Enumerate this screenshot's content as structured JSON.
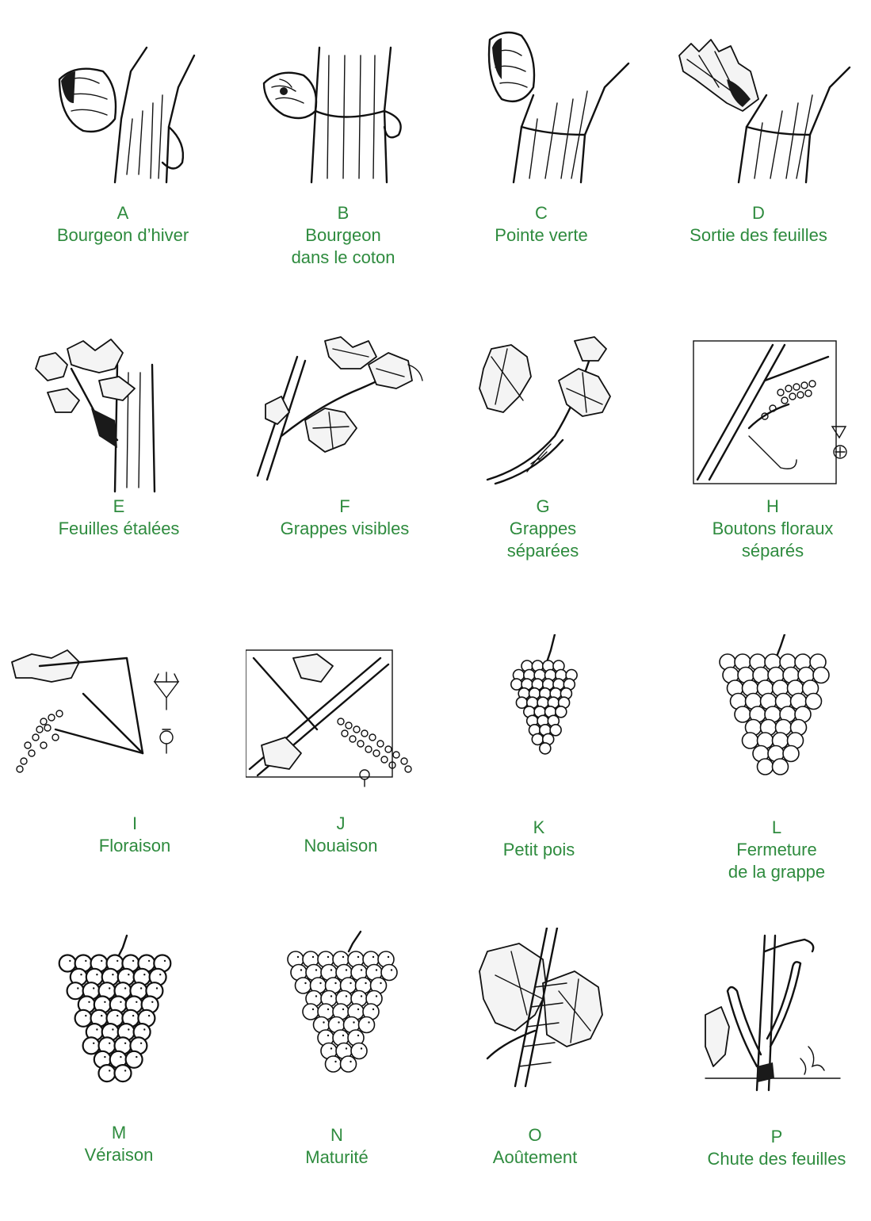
{
  "stages": [
    {
      "letter": "A",
      "name": "Bourgeon d’hiver",
      "icon": "winter-bud"
    },
    {
      "letter": "B",
      "name": "Bourgeon\ndans le coton",
      "icon": "cotton-bud"
    },
    {
      "letter": "C",
      "name": "Pointe verte",
      "icon": "green-tip"
    },
    {
      "letter": "D",
      "name": "Sortie des feuilles",
      "icon": "leaf-emergence"
    },
    {
      "letter": "E",
      "name": "Feuilles étalées",
      "icon": "spread-leaves"
    },
    {
      "letter": "F",
      "name": "Grappes visibles",
      "icon": "visible-clusters"
    },
    {
      "letter": "G",
      "name": "Grappes\nséparées",
      "icon": "separated-clusters"
    },
    {
      "letter": "H",
      "name": "Boutons floraux\nséparés",
      "icon": "separated-flower-buds"
    },
    {
      "letter": "I",
      "name": "Floraison",
      "icon": "flowering"
    },
    {
      "letter": "J",
      "name": "Nouaison",
      "icon": "fruit-set"
    },
    {
      "letter": "K",
      "name": "Petit pois",
      "icon": "pea-size-berries"
    },
    {
      "letter": "L",
      "name": "Fermeture\nde la grappe",
      "icon": "bunch-closure"
    },
    {
      "letter": "M",
      "name": "Véraison",
      "icon": "veraison"
    },
    {
      "letter": "N",
      "name": "Maturité",
      "icon": "maturity"
    },
    {
      "letter": "O",
      "name": "Aoûtement",
      "icon": "cane-ripening"
    },
    {
      "letter": "P",
      "name": "Chute des feuilles",
      "icon": "leaf-fall"
    }
  ],
  "colors": {
    "caption": "#2e8b3e",
    "ink": "#111111",
    "background": "#ffffff"
  }
}
